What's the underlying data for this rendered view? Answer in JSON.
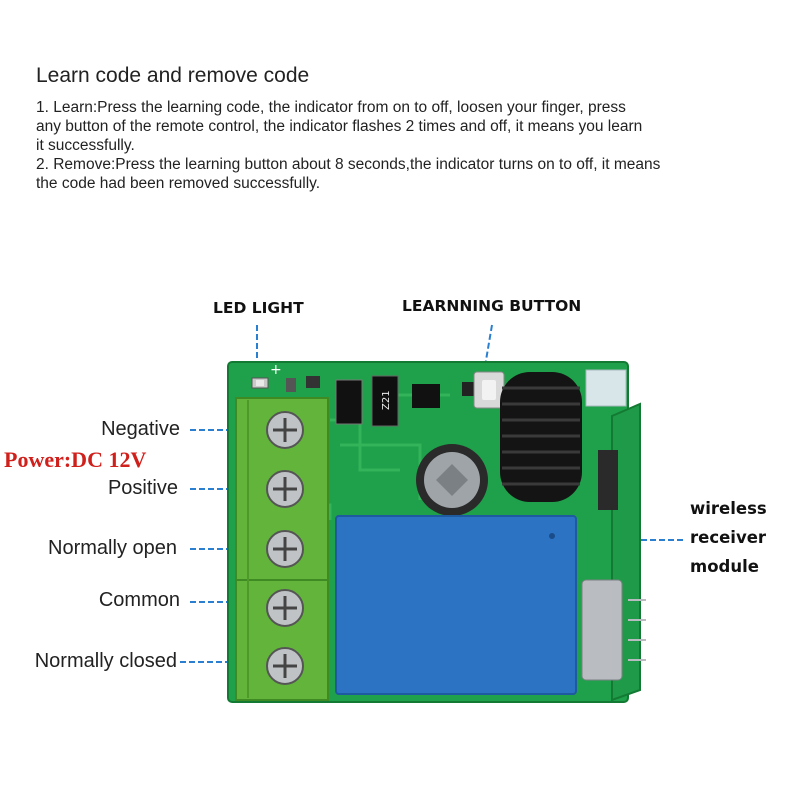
{
  "instructions": {
    "title": "Learn code and remove code",
    "learn_lines": [
      "1. Learn:Press the learning code, the indicator from on to off, loosen your finger, press",
      "any button of the remote control, the indicator flashes 2 times and off, it means you learn",
      "it successfully."
    ],
    "remove_lines": [
      "2. Remove:Press the learning button about 8 seconds,the indicator turns on to off, it means",
      "the code had been removed successfully."
    ]
  },
  "callouts": {
    "led_light": "LED LIGHT",
    "learning_button": "LEARNNING BUTTON"
  },
  "terminals": {
    "negative": "Negative",
    "power": "Power:DC 12V",
    "positive": "Positive",
    "normally_open": "Normally open",
    "common": "Common",
    "normally_closed": "Normally closed"
  },
  "module": {
    "line1": "wireless",
    "line2": "receiver",
    "line3": "module"
  },
  "pcb": {
    "silkscreen_plus": "+",
    "chip_mark": "Z21"
  },
  "colors": {
    "pcb": "#1fa04a",
    "terminal": "#62b53a",
    "relay": "#2d73c4",
    "callout_line": "#2a7fd0",
    "power_text": "#d0201c"
  }
}
